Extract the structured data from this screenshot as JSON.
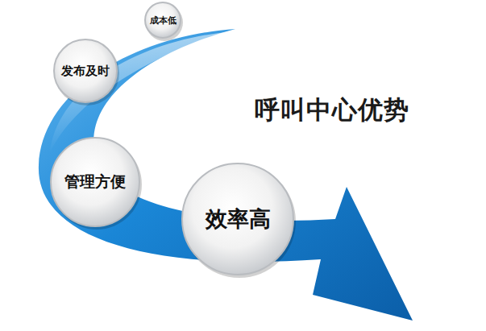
{
  "diagram": {
    "title": "呼叫中心优势",
    "nodes": [
      {
        "text": [
          "成本低"
        ]
      },
      {
        "text": [
          "发布及时"
        ]
      },
      {
        "text": [
          "管理方便"
        ]
      },
      {
        "text": [
          "效率高"
        ]
      }
    ]
  }
}
